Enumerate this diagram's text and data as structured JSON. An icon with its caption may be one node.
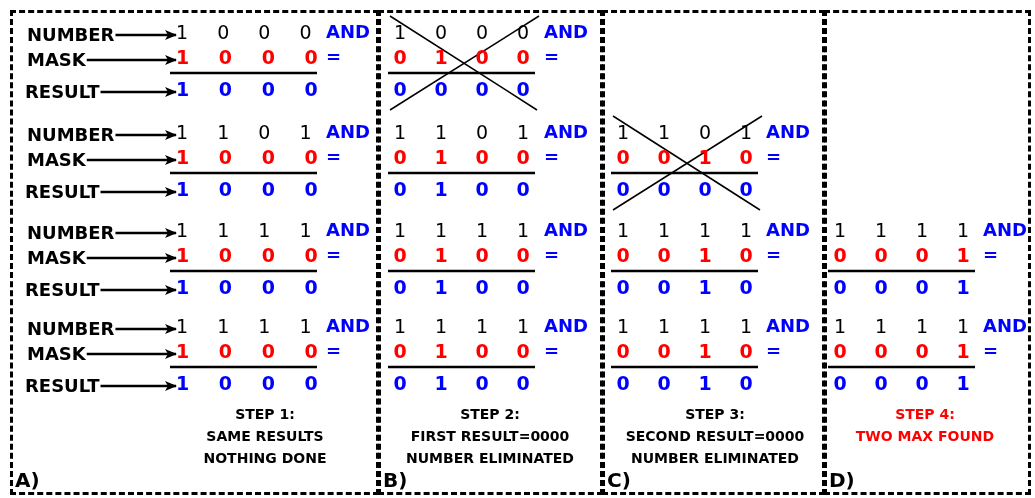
{
  "diagram": {
    "nodes": [
      {
        "text": [
          "STEP 1:",
          "SAME RESULTS NOTHING DONE",
          "A)"
        ]
      },
      {
        "text": [
          "STEP 2:",
          "FIRST RESULT=0000 NUMBER ELIMINATED",
          "B)"
        ]
      },
      {
        "text": [
          "STEP 3:",
          "SECOND RESULT=0000 NUMBER ELIMINATED",
          "C)"
        ]
      },
      {
        "text": [
          "STEP 4:",
          "TWO MAX FOUND",
          "D)"
        ]
      },
      {
        "text": [
          "NUMBER"
        ],
        "in": 0
      },
      {
        "text": [
          "MASK"
        ],
        "in": 0
      },
      {
        "text": [
          "RESULT"
        ],
        "in": 0
      },
      {
        "text": [
          "NUMBER"
        ],
        "in": 0
      },
      {
        "text": [
          "MASK"
        ],
        "in": 0
      },
      {
        "text": [
          "RESULT"
        ],
        "in": 0
      },
      {
        "text": [
          "NUMBER"
        ],
        "in": 0
      },
      {
        "text": [
          "MASK"
        ],
        "in": 0
      },
      {
        "text": [
          "RESULT"
        ],
        "in": 0
      },
      {
        "text": [
          "NUMBER"
        ],
        "in": 0
      },
      {
        "text": [
          "MASK"
        ],
        "in": 0
      },
      {
        "text": [
          "RESULT"
        ],
        "in": 0
      },
      {
        "text": [
          "1 0 0 0"
        ],
        "in": 0
      },
      {
        "text": [
          "1 0 0 0"
        ],
        "in": 0
      },
      {
        "text": [
          "1 0 0 0"
        ],
        "in": 0
      },
      {
        "text": [
          "1 1 0 1"
        ],
        "in": 0
      },
      {
        "text": [
          "1 0 0 0"
        ],
        "in": 0
      },
      {
        "text": [
          "1 0 0 0"
        ],
        "in": 0
      },
      {
        "text": [
          "1 1 1 1"
        ],
        "in": 0
      },
      {
        "text": [
          "1 0 0 0"
        ],
        "in": 0
      },
      {
        "text": [
          "1 0 0 0"
        ],
        "in": 0
      },
      {
        "text": [
          "1 1 1 1"
        ],
        "in": 0
      },
      {
        "text": [
          "1 0 0 0"
        ],
        "in": 0
      },
      {
        "text": [
          "1 0 0 0"
        ],
        "in": 0
      }
    ],
    "edges": [
      {
        "from": 4,
        "to": 16,
        "arrow": "to"
      },
      {
        "from": 5,
        "to": 17,
        "arrow": "to"
      },
      {
        "from": 6,
        "to": 18,
        "arrow": "to"
      },
      {
        "from": 7,
        "to": 19,
        "arrow": "to"
      },
      {
        "from": 8,
        "to": 20,
        "arrow": "to"
      },
      {
        "from": 9,
        "to": 21,
        "arrow": "to"
      },
      {
        "from": 10,
        "to": 22,
        "arrow": "to"
      },
      {
        "from": 11,
        "to": 23,
        "arrow": "to"
      },
      {
        "from": 12,
        "to": 24,
        "arrow": "to"
      },
      {
        "from": 13,
        "to": 25,
        "arrow": "to"
      },
      {
        "from": 14,
        "to": 26,
        "arrow": "to"
      },
      {
        "from": 15,
        "to": 27,
        "arrow": "to"
      }
    ],
    "labels": [
      "AND",
      "=",
      "AND",
      "=",
      "AND",
      "=",
      "AND",
      "=",
      "1",
      "0",
      "0",
      "0",
      "AND",
      "0",
      "1",
      "0",
      "0",
      "=",
      "0",
      "0",
      "0",
      "0",
      "1",
      "1",
      "0",
      "1",
      "AND",
      "0",
      "1",
      "0",
      "0",
      "=",
      "0",
      "1",
      "0",
      "0",
      "1",
      "1",
      "1",
      "1",
      "AND",
      "0",
      "1",
      "0",
      "0",
      "=",
      "0",
      "1",
      "0",
      "0",
      "1",
      "1",
      "1",
      "1",
      "AND",
      "0",
      "1",
      "0",
      "0",
      "=",
      "0",
      "1",
      "0",
      "0",
      "1",
      "1",
      "0",
      "1",
      "AND",
      "0",
      "0",
      "1",
      "0",
      "=",
      "0",
      "0",
      "0",
      "0",
      "1",
      "1",
      "1",
      "1",
      "AND",
      "0",
      "0",
      "1",
      "0",
      "=",
      "0",
      "0",
      "1",
      "0",
      "1",
      "1",
      "1",
      "1",
      "AND",
      "0",
      "0",
      "1",
      "0",
      "=",
      "0",
      "0",
      "1",
      "0",
      "1",
      "1",
      "1",
      "1",
      "AND",
      "0",
      "0",
      "0",
      "1",
      "=",
      "0",
      "0",
      "0",
      "1",
      "1",
      "1",
      "1",
      "1",
      "AND",
      "0",
      "0",
      "0",
      "1",
      "=",
      "0",
      "0",
      "0",
      "1"
    ]
  }
}
